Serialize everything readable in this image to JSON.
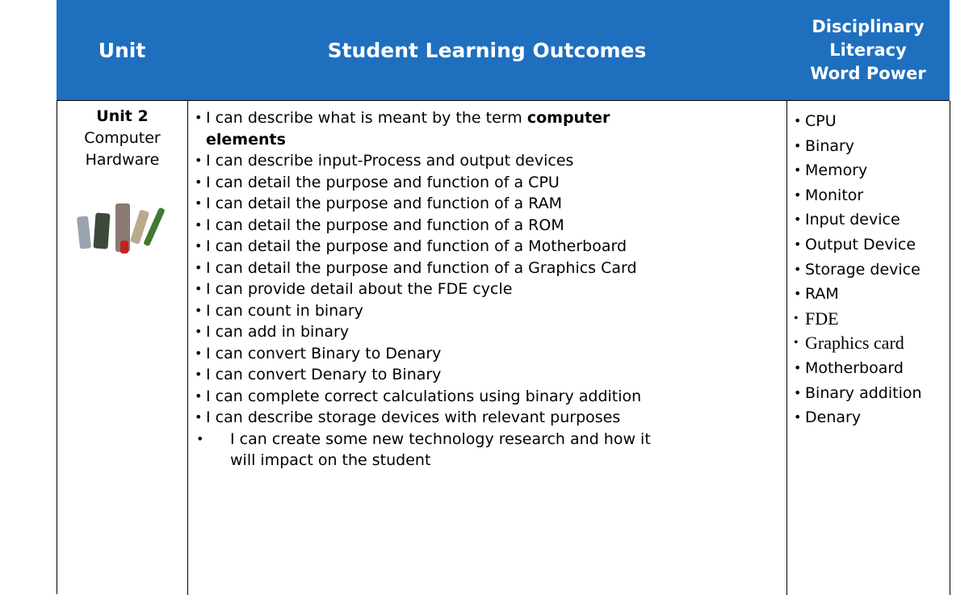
{
  "header": {
    "unit": "Unit",
    "outcomes": "Student Learning Outcomes",
    "literacy_line1": "Disciplinary",
    "literacy_line2": "Literacy",
    "literacy_line3": "Word Power"
  },
  "unit": {
    "number": "Unit 2",
    "title_line1": "Computer",
    "title_line2": "Hardware"
  },
  "outcomes": {
    "item1_prefix": "I can describe what is meant by the term ",
    "item1_bold_1": "computer",
    "item1_bold_2": "elements",
    "items": [
      "I can describe input-Process and output devices",
      "I can detail the purpose and function of a CPU",
      "I can detail the purpose and function of a RAM",
      "I can detail the purpose and function of a ROM",
      "I can detail the purpose and function of a Motherboard",
      "I can detail the purpose and function of a Graphics Card",
      "I can provide detail about the FDE cycle",
      "I can count in binary",
      "I can add in binary",
      "I can convert Binary to Denary",
      "I can convert Denary to Binary",
      "I can complete correct calculations using binary addition",
      "I can describe storage devices with relevant purposes"
    ],
    "last_line1": "I can create some new technology research and how it",
    "last_line2": "will impact on the student"
  },
  "word_power": [
    "CPU",
    "Binary",
    "Memory",
    "Monitor",
    "Input device",
    "Output Device",
    "Storage device",
    "RAM",
    "FDE",
    "Graphics card",
    "Motherboard",
    "Binary addition",
    "Denary"
  ],
  "colors": {
    "header_bg": "#1f6fbf",
    "header_text": "#ffffff"
  },
  "icons": [
    "hardware-components-image"
  ]
}
